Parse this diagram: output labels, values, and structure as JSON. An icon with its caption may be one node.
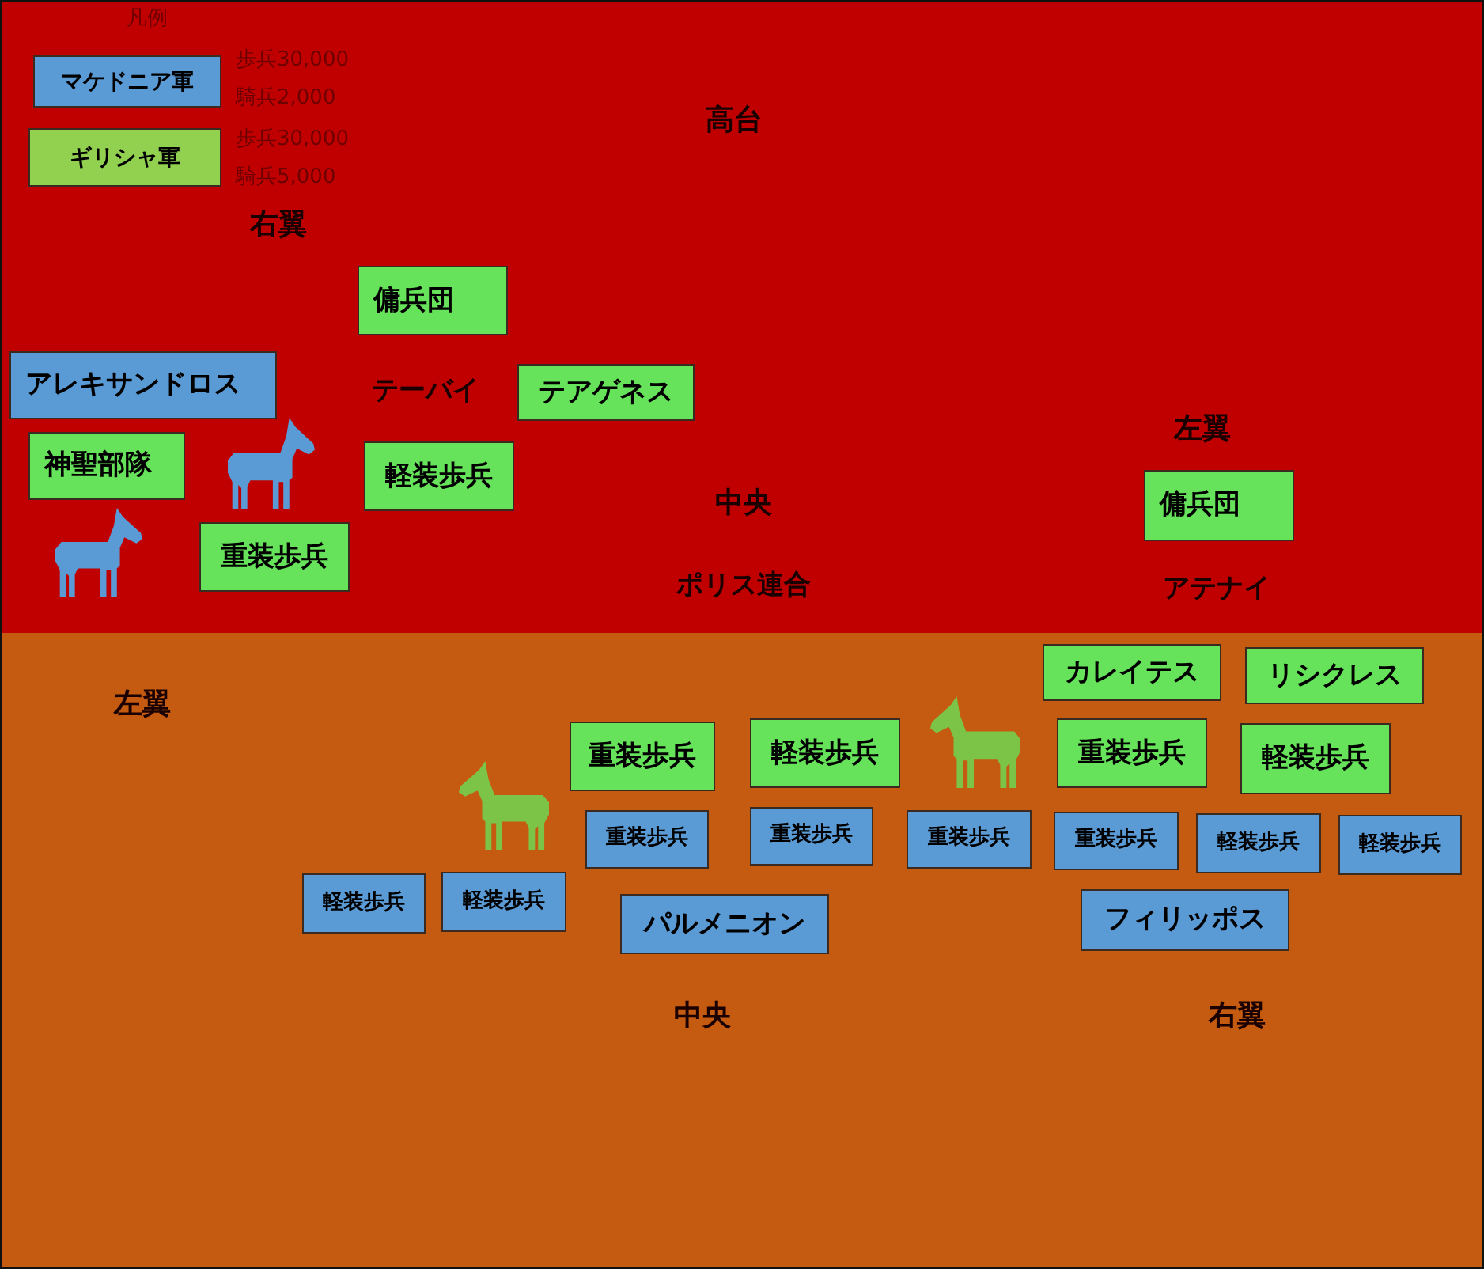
{
  "diagram": {
    "nodes": [
      {
        "text": [
          "傭兵団"
        ]
      },
      {
        "text": [
          "アレキサンドロス"
        ]
      },
      {
        "text": [
          "テアゲネス"
        ]
      },
      {
        "text": [
          "神聖部隊"
        ]
      },
      {
        "text": [
          "軽装歩兵"
        ]
      },
      {
        "text": [
          "傭兵団"
        ]
      },
      {
        "text": [
          "重装歩兵"
        ]
      },
      {
        "text": [
          "カレイテス"
        ]
      },
      {
        "text": [
          "リシクレス"
        ]
      },
      {
        "text": [
          "重装歩兵"
        ]
      },
      {
        "text": [
          "軽装歩兵"
        ]
      },
      {
        "text": [
          "重装歩兵"
        ]
      },
      {
        "text": [
          "軽装歩兵"
        ]
      },
      {
        "text": [
          "重装歩兵"
        ]
      },
      {
        "text": [
          "重装歩兵"
        ]
      },
      {
        "text": [
          "重装歩兵"
        ]
      },
      {
        "text": [
          "重装歩兵"
        ]
      },
      {
        "text": [
          "軽装歩兵"
        ]
      },
      {
        "text": [
          "軽装歩兵"
        ]
      },
      {
        "text": [
          "軽装歩兵"
        ]
      },
      {
        "text": [
          "軽装歩兵"
        ]
      },
      {
        "text": [
          "パルメニオン"
        ]
      },
      {
        "text": [
          "フィリッポス"
        ]
      }
    ],
    "labels": [
      "凡例",
      "歩兵30,000",
      "騎兵2,000",
      "歩兵30,000",
      "騎兵5,000",
      "高台",
      "右翼",
      "テーバイ",
      "左翼",
      "中央",
      "ポリス連合",
      "アテナイ",
      "左翼",
      "中央",
      "右翼"
    ],
    "legend": [
      {
        "text": "マケドニア軍",
        "color": "#5b9bd5"
      },
      {
        "text": "ギリシャ軍",
        "color": "#92d050"
      }
    ]
  }
}
